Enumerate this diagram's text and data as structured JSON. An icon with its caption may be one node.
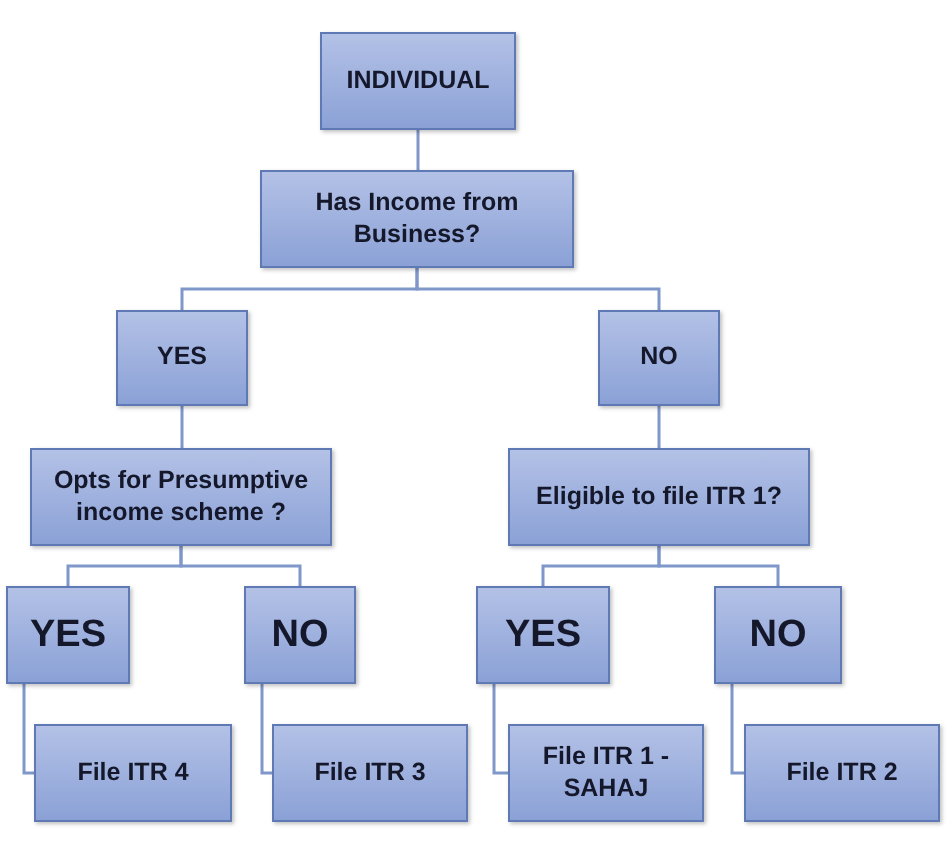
{
  "diagram": {
    "nodes": [
      {
        "text": [
          "INDIVIDUAL"
        ]
      },
      {
        "text": [
          "Has Income from Business?"
        ]
      },
      {
        "text": [
          "YES"
        ]
      },
      {
        "text": [
          "NO"
        ]
      },
      {
        "text": [
          "Opts for Presumptive income scheme ?"
        ]
      },
      {
        "text": [
          "Eligible to file ITR 1?"
        ]
      },
      {
        "text": [
          "YES"
        ]
      },
      {
        "text": [
          "NO"
        ]
      },
      {
        "text": [
          "YES"
        ]
      },
      {
        "text": [
          "NO"
        ]
      },
      {
        "text": [
          "File ITR 4"
        ]
      },
      {
        "text": [
          "File ITR 3"
        ]
      },
      {
        "text": [
          "File ITR 1 - SAHAJ"
        ]
      },
      {
        "text": [
          "File ITR 2"
        ]
      }
    ],
    "edges": [
      {
        "from": 0,
        "to": 1,
        "arrow": "none"
      },
      {
        "from": 1,
        "to": 2,
        "arrow": "none"
      },
      {
        "from": 1,
        "to": 3,
        "arrow": "none"
      },
      {
        "from": 2,
        "to": 4,
        "arrow": "none"
      },
      {
        "from": 3,
        "to": 5,
        "arrow": "none"
      },
      {
        "from": 4,
        "to": 6,
        "arrow": "none"
      },
      {
        "from": 4,
        "to": 7,
        "arrow": "none"
      },
      {
        "from": 5,
        "to": 8,
        "arrow": "none"
      },
      {
        "from": 5,
        "to": 9,
        "arrow": "none"
      },
      {
        "from": 6,
        "to": 10,
        "arrow": "none"
      },
      {
        "from": 7,
        "to": 11,
        "arrow": "none"
      },
      {
        "from": 8,
        "to": 12,
        "arrow": "none"
      },
      {
        "from": 9,
        "to": 13,
        "arrow": "none"
      }
    ]
  }
}
